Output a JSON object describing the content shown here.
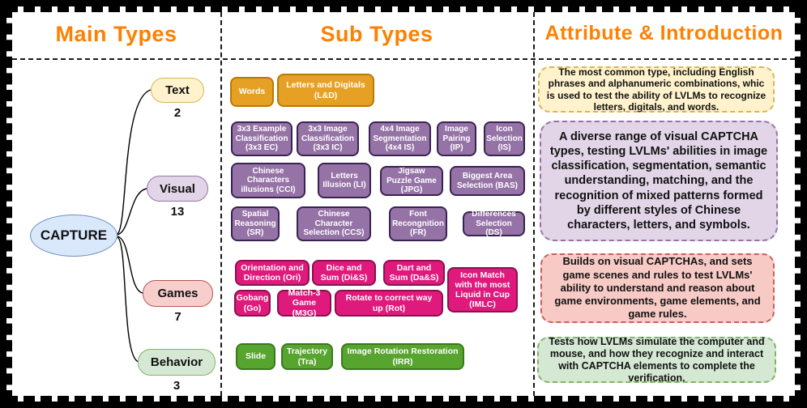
{
  "palette": {
    "header_text": "#FF8000",
    "background": "#000000",
    "canvas": "#FFFFFF",
    "root_fill": "#DAE8FC",
    "root_border": "#6C8EBF",
    "text_node_fill": "#FFF2CC",
    "text_node_border": "#D6B656",
    "visual_node_fill": "#E1D5E7",
    "visual_node_border": "#9673A6",
    "games_node_fill": "#F8CECC",
    "games_node_border": "#B85450",
    "behavior_node_fill": "#D5E8D4",
    "behavior_node_border": "#82B366",
    "subtype_text_fill": "#E6A124",
    "subtype_visual_fill": "#9673A6",
    "subtype_games_fill": "#E0197C",
    "subtype_behavior_fill": "#57A42E"
  },
  "headers": {
    "main": "Main Types",
    "sub": "Sub Types",
    "attr": "Attribute & Introduction"
  },
  "root": {
    "label": "CAPTURE"
  },
  "main_types": [
    {
      "label": "Text",
      "count": "2"
    },
    {
      "label": "Visual",
      "count": "13"
    },
    {
      "label": "Games",
      "count": "7"
    },
    {
      "label": "Behavior",
      "count": "3"
    }
  ],
  "subtypes": {
    "text": [
      "Words",
      "Letters and Digitals (L&D)"
    ],
    "visual": [
      "3x3 Example Classification (3x3 EC)",
      "3x3 Image Classification (3x3 IC)",
      "4x4 Image Segmentation (4x4 IS)",
      "Image Pairing (IP)",
      "Icon Selection (IS)",
      "Chinese Characters illusions (CCI)",
      "Letters Illusion (LI)",
      "Jigsaw Puzzle Game (JPG)",
      "Biggest Area Selection (BAS)",
      "Spatial Reasoning (SR)",
      "Chinese Character Selection (CCS)",
      "Font Recongnition (FR)",
      "Differences Selection (DS)"
    ],
    "games": [
      "Orientation and Direction (Ori)",
      "Dice and Sum (Di&S)",
      "Dart and Sum (Da&S)",
      "Icon Match with the most Liquid in Cup (IMLC)",
      "Gobang (Go)",
      "Match-3 Game (M3G)",
      "Rotate to correct way up (Rot)"
    ],
    "behavior": [
      "Slide",
      "Trajectory (Tra)",
      "Image Rotation Restoration (IRR)"
    ]
  },
  "attributes": {
    "text": "The most common type, including English phrases and alphanumeric combinations, whic is used to test the ability of LVLMs to recognize letters, digitals, and words.",
    "visual": "A diverse range of visual CAPTCHA types, testing LVLMs' abilities in image classification, segmentation, semantic understanding, matching, and the recognition of mixed patterns formed by different styles of Chinese characters, letters, and symbols.",
    "games": "Builds on visual CAPTCHAs, and sets game scenes and rules to test LVLMs' ability to understand and reason about game environments, game elements, and game rules.",
    "behavior": "Tests how LVLMs simulate the computer and mouse, and how they recognize and interact with CAPTCHA elements to complete the verification."
  }
}
